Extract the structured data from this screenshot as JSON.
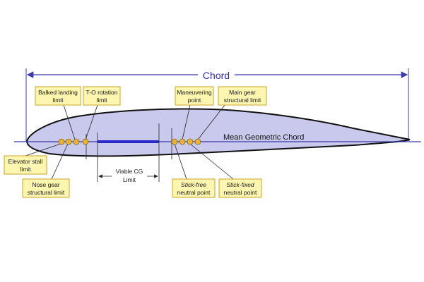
{
  "chord_label": "Chord",
  "mgc_label": "Mean Geometric Chord",
  "viable_cg": {
    "line1": "Viable CG",
    "line2": "Limit"
  },
  "callouts": {
    "balked_landing": {
      "line1": "Balked landing",
      "line2": "limit"
    },
    "to_rotation": {
      "line1": "T-O rotation",
      "line2": "limit"
    },
    "maneuvering": {
      "line1": "Maneuvering",
      "line2": "point"
    },
    "main_gear": {
      "line1": "Main gear",
      "line2": "structural limit"
    },
    "elevator_stall": {
      "line1": "Elevator stall",
      "line2": "limit"
    },
    "nose_gear": {
      "line1": "Nose gear",
      "line2": "structural limit"
    },
    "stick_free": {
      "line1": "Stick-free",
      "line2": "neutral point"
    },
    "stick_fixed": {
      "line1": "Stick-fixed",
      "line2": "neutral point"
    }
  },
  "colors": {
    "airfoil_fill": "#c9c9ee",
    "chord_line": "#3a3aa8",
    "marker": "#e9b23a",
    "callout_fill": "#fdf6b0",
    "callout_border": "#c9a427"
  }
}
